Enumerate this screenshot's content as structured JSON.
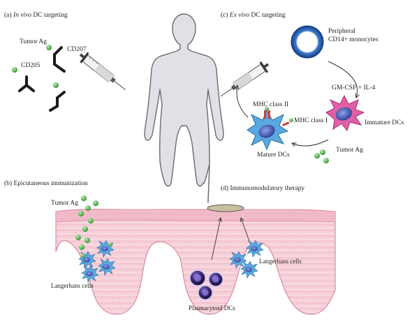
{
  "panels": {
    "a": {
      "prefix": "(a) ",
      "italic": "In vivo",
      "suffix": " DC targeting"
    },
    "b": {
      "text": "(b) Epicutaneous immunization"
    },
    "c": {
      "prefix": "(c) ",
      "italic": "Ex vivo",
      "suffix": " DC targeting"
    },
    "d": {
      "text": "(d) Immunomodulatory therapy"
    }
  },
  "labels": {
    "tumor_ag_a": "Tumor Ag",
    "cd207": "CD207",
    "cd205": "CD205",
    "peripheral_line1": "Peripheral",
    "peripheral_line2": "CD14+ monocytes",
    "cytokines": "GM-CSF + IL-4",
    "mhc2": "MHC class II",
    "mhc1": "MHC class I",
    "immature_dcs": "Immature DCs",
    "mature_dcs": "Mature DCs",
    "tumor_ag_c": "Tumor Ag",
    "tumor_ag_b": "Tumor Ag",
    "langerhans_left": "Langerhans cells",
    "langerhans_right": "Langerhans cells",
    "plasmacytoid": "Plasmacytoid DCs"
  },
  "colors": {
    "antigen": "#5cb85c",
    "antibody": "#1a1a1a",
    "skin": "#f6cfd8",
    "skin_edge": "#d98aa0",
    "body": "#e0e0e6",
    "body_edge": "#6a6a72",
    "monocyte": "#1e4f9a",
    "immature_dc": "#e060a8",
    "mature_dc": "#5aa8e0",
    "dc_core": "#4b5fb0",
    "plasmacytoid": "#3b2a78",
    "patch": "#c9bfa0"
  }
}
